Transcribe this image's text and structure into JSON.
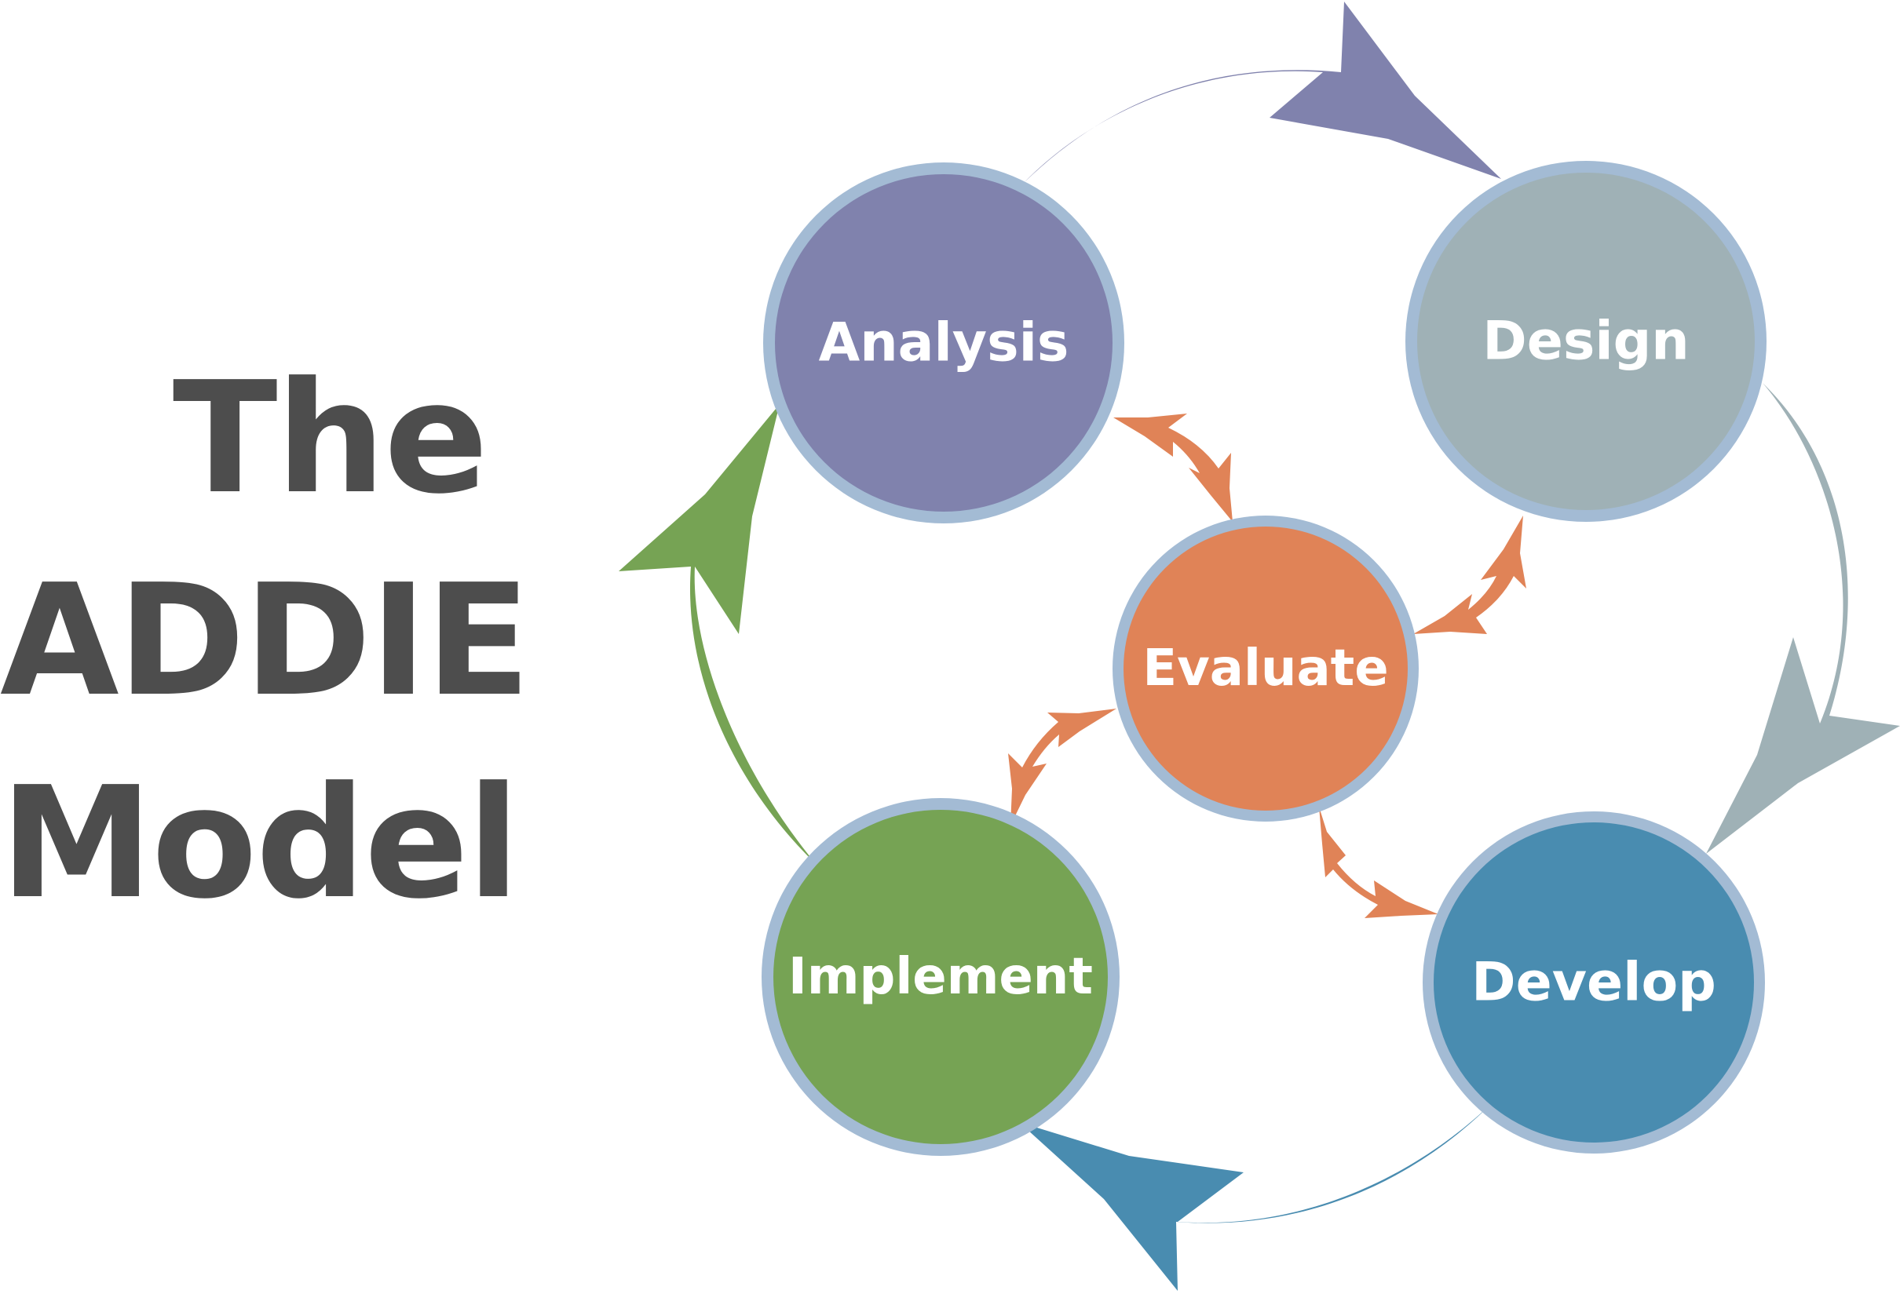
{
  "title": {
    "line1": "The",
    "line2": "ADDIE",
    "line3": "Model"
  },
  "phases": [
    {
      "id": "analysis",
      "label": "Analysis",
      "color": "#8082ad"
    },
    {
      "id": "design",
      "label": "Design",
      "color": "#9fb1b6"
    },
    {
      "id": "develop",
      "label": "Develop",
      "color": "#498cb0"
    },
    {
      "id": "implement",
      "label": "Implement",
      "color": "#76a354"
    },
    {
      "id": "evaluate",
      "label": "Evaluate",
      "color": "#e08357"
    }
  ],
  "colors": {
    "title_text": "#4d4d4d",
    "circle_ring": "#a3bbd4",
    "evaluate_arrows": "#e08357"
  },
  "icons": {
    "cycle_arrow": "curved-arrow-icon",
    "evaluate_link": "double-headed-arrow-icon"
  }
}
